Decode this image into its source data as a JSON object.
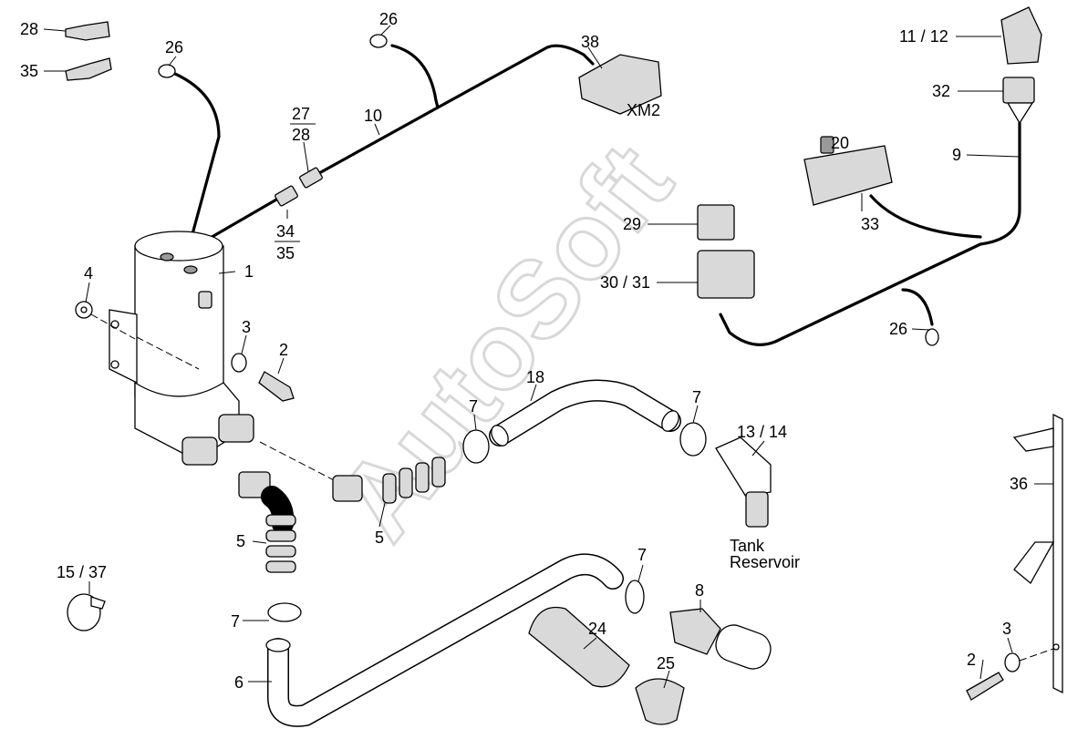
{
  "watermark": "AutoSoft",
  "labels": {
    "p1": "1",
    "p2a": "2",
    "p2b": "2",
    "p3a": "3",
    "p3b": "3",
    "p4": "4",
    "p5a": "5",
    "p5b": "5",
    "p6": "6",
    "p7a": "7",
    "p7b": "7",
    "p7c": "7",
    "p7d": "7",
    "p8": "8",
    "p9": "9",
    "p10": "10",
    "p11_12": "11 / 12",
    "p13_14": "13 / 14",
    "p15_37": "15 / 37",
    "p18": "18",
    "p20": "20",
    "p24": "24",
    "p25": "25",
    "p26a": "26",
    "p26b": "26",
    "p26c": "26",
    "p27": "27",
    "p28a": "28",
    "p28b": "28",
    "p29": "29",
    "p30_31": "30 / 31",
    "p32": "32",
    "p33": "33",
    "p34": "34",
    "p35a": "35",
    "p35b": "35",
    "p36": "36",
    "p38": "38",
    "xm2": "XM2",
    "tank": "Tank",
    "reservoir": "Reservoir"
  }
}
